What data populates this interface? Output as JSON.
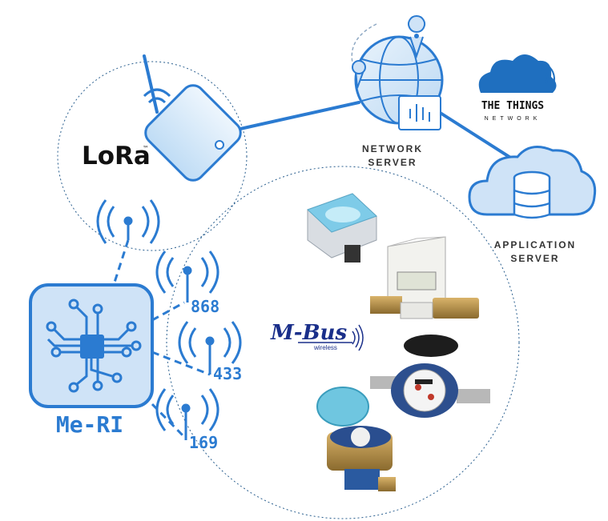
{
  "lora": {
    "logo_text": "LoRa",
    "tm": "™"
  },
  "network_server": {
    "line1": "NETWORK",
    "line2": "SERVER"
  },
  "ttn": {
    "line1": "THE THINGS",
    "line2": "NETWORK"
  },
  "application_server": {
    "line1": "APPLICATION",
    "line2": "SERVER"
  },
  "device": {
    "name": "Me-RI"
  },
  "frequencies": [
    "868",
    "433",
    "169"
  ],
  "mbus": {
    "logo_main": "M-Bus",
    "logo_sub": "wireless"
  },
  "colors": {
    "accent": "#2b7bd1",
    "accent_light": "#cfe3f7",
    "ttn_cloud": "#1f6fbf",
    "text_dark": "#222222"
  }
}
